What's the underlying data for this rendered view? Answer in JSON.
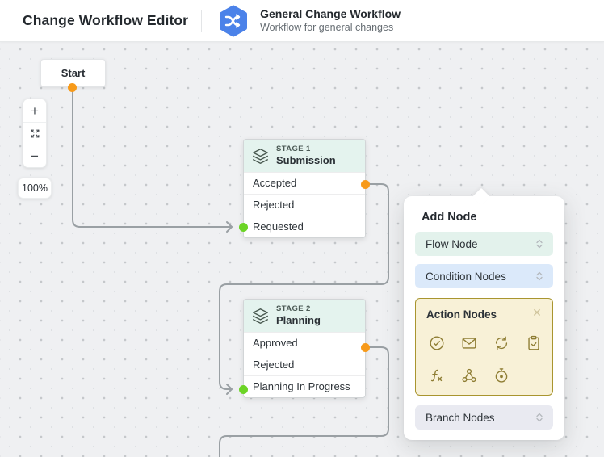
{
  "header": {
    "editor_title": "Change Workflow Editor",
    "workflow_icon": "shuffle-hexagon-icon",
    "workflow_title": "General Change Workflow",
    "workflow_subtitle": "Workflow for general changes"
  },
  "canvas": {
    "zoom_controls": {
      "zoom_in_label": "+",
      "fit_icon": "fit-screen-icon",
      "zoom_out_label": "−",
      "zoom_level": "100%"
    },
    "start_node": {
      "label": "Start"
    },
    "stages": [
      {
        "icon": "layers-icon",
        "stage_label": "STAGE 1",
        "name": "Submission",
        "rows": [
          {
            "label": "Accepted",
            "out_dot": "orange"
          },
          {
            "label": "Rejected"
          },
          {
            "label": "Requested",
            "in_dot": "green"
          }
        ]
      },
      {
        "icon": "layers-icon",
        "stage_label": "STAGE 2",
        "name": "Planning",
        "rows": [
          {
            "label": "Approved",
            "out_dot": "orange"
          },
          {
            "label": "Rejected"
          },
          {
            "label": "Planning In Progress",
            "in_dot": "green"
          }
        ]
      }
    ]
  },
  "add_node_panel": {
    "title": "Add Node",
    "items": [
      {
        "label": "Flow Node",
        "state": "collapsed",
        "chevron": "unfold-chevron-icon"
      },
      {
        "label": "Condition Nodes",
        "state": "collapsed",
        "chevron": "unfold-chevron-icon"
      },
      {
        "label": "Action Nodes",
        "state": "expanded",
        "close_icon": "close-x-icon",
        "icons": [
          "approval-check-icon",
          "mail-icon",
          "sync-icon",
          "task-clipboard-icon",
          "function-icon",
          "webhook-icon",
          "timer-icon"
        ]
      },
      {
        "label": "Branch Nodes",
        "state": "collapsed",
        "chevron": "unfold-chevron-icon"
      }
    ],
    "close_label": "✕"
  },
  "colors": {
    "canvas_bg": "#eff0f2",
    "connector": "#9aa0a4",
    "out_dot_orange": "#f79a1a",
    "in_dot_green": "#6cd426",
    "workflow_icon_blue": "#4b82e9",
    "stage_header_bg": "#e4f3ee",
    "flow_item_bg": "#e3f2ec",
    "condition_item_bg": "#dbe9fa",
    "action_box_bg": "#f8f1d7",
    "action_box_border": "#a9952f",
    "action_icon": "#8e7d33",
    "branch_item_bg": "#e9eaf1"
  }
}
